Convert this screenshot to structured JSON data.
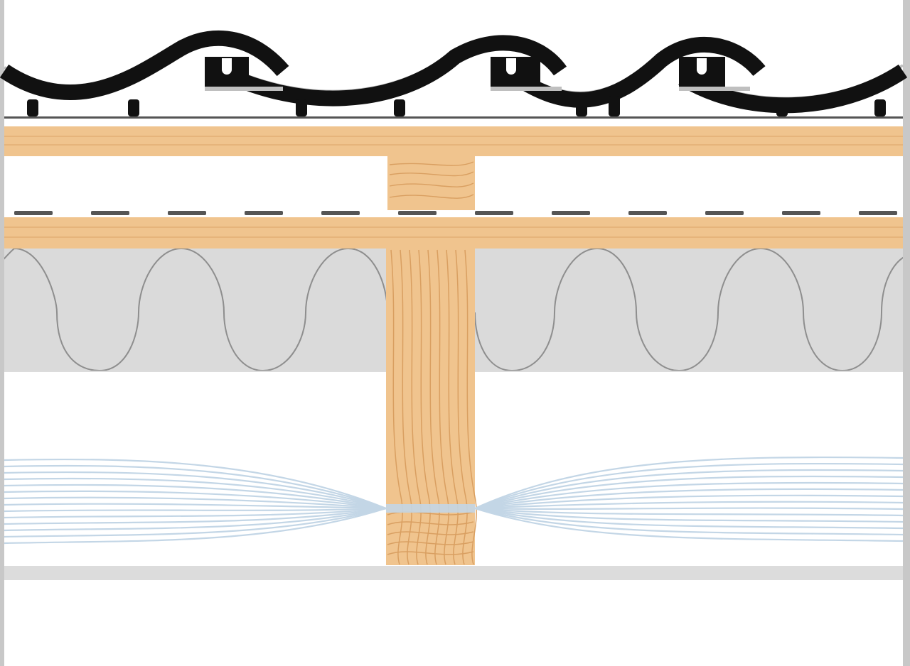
{
  "diagram": {
    "subject": "",
    "layers": [
      {
        "id": "roof-tiles",
        "kind": "interlocking-tile"
      },
      {
        "id": "underlay-membrane",
        "kind": "membrane"
      },
      {
        "id": "tile-batten",
        "kind": "timber"
      },
      {
        "id": "counter-batten",
        "kind": "timber"
      },
      {
        "id": "breather-membrane",
        "kind": "dashed-membrane"
      },
      {
        "id": "sarking-board",
        "kind": "timber"
      },
      {
        "id": "insulation-batt",
        "kind": "insulation"
      },
      {
        "id": "rafter",
        "kind": "timber"
      },
      {
        "id": "blown-fibre-insulation",
        "kind": "fibre"
      },
      {
        "id": "ceiling-board",
        "kind": "board"
      }
    ]
  },
  "colors": {
    "tile": "#111111",
    "tile_highlight": "#bfbfbf",
    "timber": "#f0c48e",
    "timber_grain": "#d99f61",
    "insulation": "#dadada",
    "insulation_line": "#8e8e8e",
    "fibre": "#c3d6e6",
    "membrane": "#555555",
    "board": "#dcdcdc",
    "frame": "#c8c8c8",
    "background": "#ffffff"
  }
}
